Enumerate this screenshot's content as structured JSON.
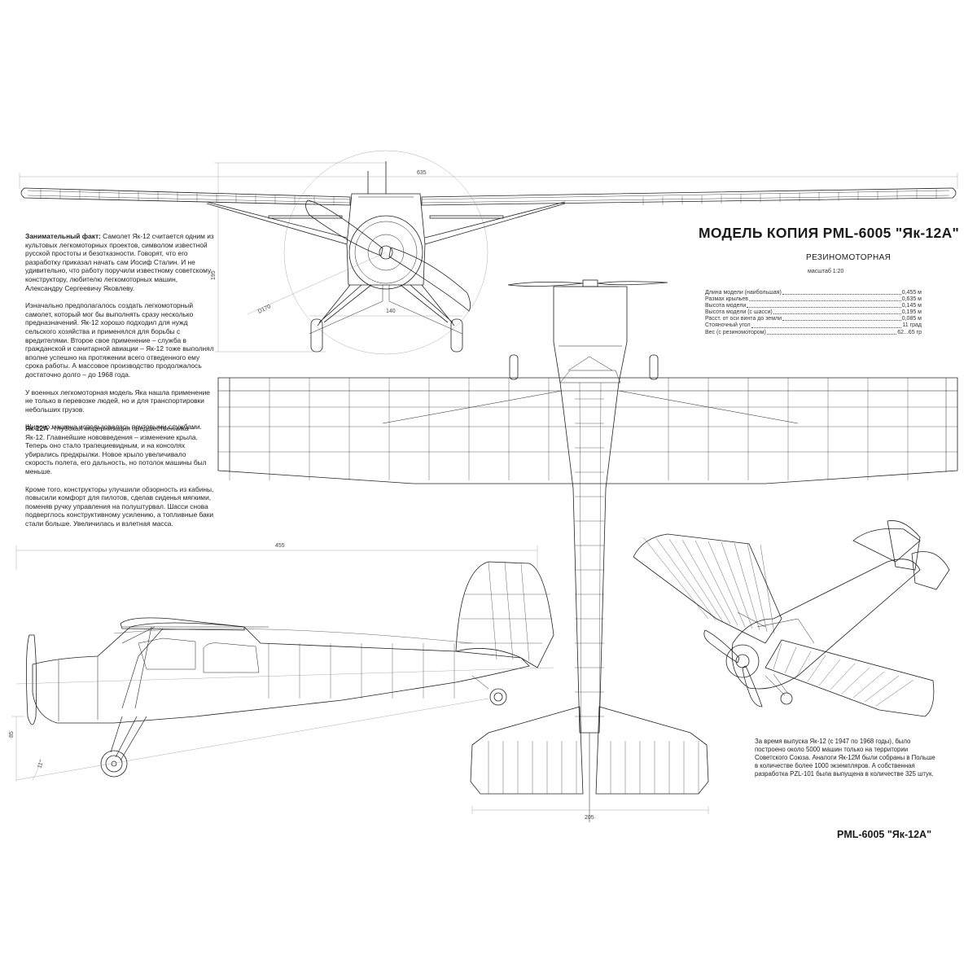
{
  "title": "МОДЕЛЬ КОПИЯ PML-6005 \"Як-12А\"",
  "subtitle": "РЕЗИНОМОТОРНАЯ",
  "scale": "масштаб 1:20",
  "specs": [
    {
      "label": "Длина модели (наибольшая)",
      "value": "0,455 м"
    },
    {
      "label": "Размах крыльев",
      "value": "0,635 м"
    },
    {
      "label": "Высота модели",
      "value": "0,145 м"
    },
    {
      "label": "Высота модели (с шасси)",
      "value": "0,195 м"
    },
    {
      "label": "Расст. от оси винта до земли",
      "value": "0,085 м"
    },
    {
      "label": "Стояночный угол",
      "value": "11 град"
    },
    {
      "label": "Вес (с резиномотором)",
      "value": "62...65 гр"
    }
  ],
  "fact": {
    "label": "Занимательный факт:",
    "text": " Самолет Як-12 считается одним из культовых легкомоторных проектов, символом известной русской простоты и безотказности. Говорят, что его разработку приказал начать сам Иосиф Сталин. И не удивительно, что работу поручили известному советскому конструктору, любителю легкомоторных машин, Александру Сергеевичу Яковлеву."
  },
  "paragraphs": [
    "Изначально предполагалось создать легкомоторный самолет, который мог бы выполнять сразу несколько предназначений. Як-12 хорошо подходил для нужд сельского хозяйства и применялся для борьбы с вредителями. Второе свое применение – служба в гражданской и санитарной авиации – Як-12 тоже выполнял вполне успешно на протяжении всего отведенного ему срока работы. А массовое производство продолжалось достаточно долго – до 1968 года.",
    "У военных легкомоторная модель Яка нашла применение не только в перевозке людей, но и для транспортировки небольших грузов.",
    "Широко машина использовалась почтовыми службами."
  ],
  "yak12a": {
    "label": "Як-12А",
    "text": " - глубокая модернизация предшественника – Як-12. Главнейшие нововведения – изменение крыла. Теперь оно стало трапециевидным, и на консолях убирались предкрылки. Новое крыло увеличивало скорость полета, его дальность, но потолок машины был меньше."
  },
  "paragraph_last": "Кроме того, конструкторы улучшили обзорность из кабины, повысили комфорт для пилотов, сделав сиденья мягкими, поменяв ручку управления на полуштурвал. Шасси снова подверглось конструктивному усилению, а топливные баки стали больше. Увеличилась и взлетная масса.",
  "history": "За время выпуска Як-12 (с 1947 по 1968 годы), было построено около 5000 машин только на территории Советского Союза. Аналоги Як-12М были собраны в Польше в количестве более 1000 экземпляров. А собственная разработка PZL-101 была выпущена в количестве 325 штук.",
  "footer_title": "PML-6005 \"Як-12А\"",
  "dimensions": {
    "span": "635",
    "height": "195",
    "prop": "D170",
    "track": "140",
    "length": "455",
    "axis_height": "85",
    "angle": "11°",
    "stab_span": "205"
  }
}
